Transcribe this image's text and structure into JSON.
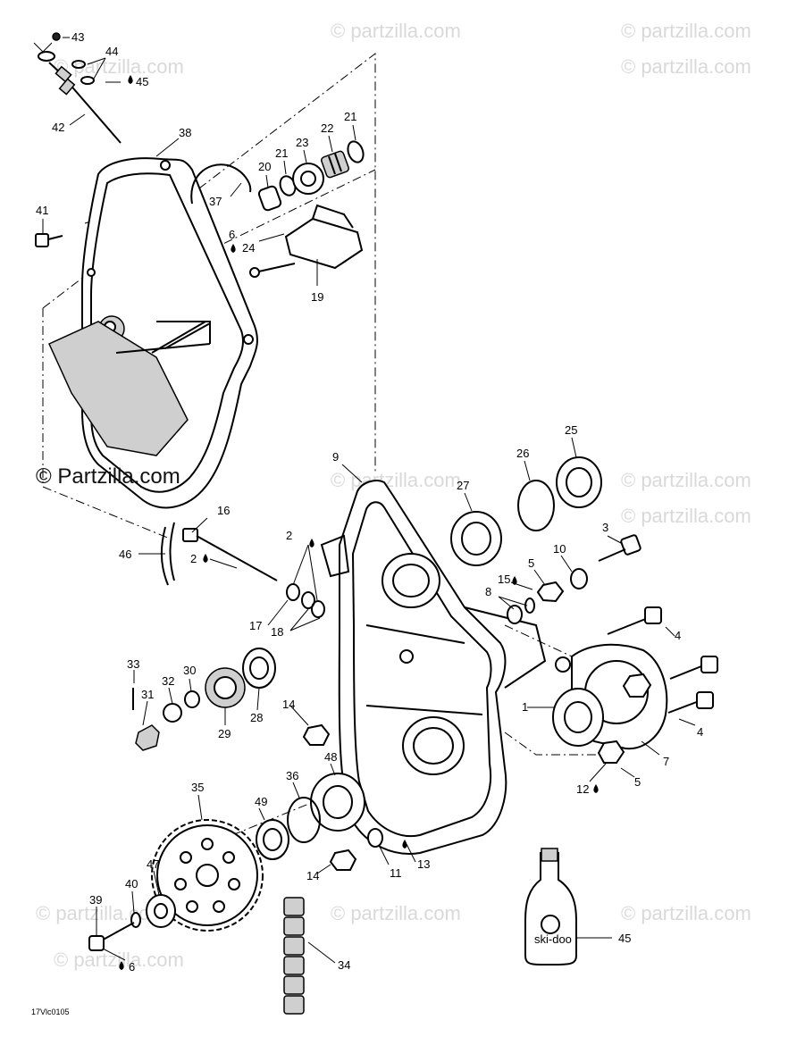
{
  "copyright": "© Partzilla.com",
  "watermark": "© partzilla.com",
  "ref_code": "17Vlc0105",
  "oil_bottle_label": "ski-doo",
  "labels": {
    "n43": "43",
    "n44": "44",
    "n45a": "45",
    "n42": "42",
    "n38": "38",
    "n41": "41",
    "n37": "37",
    "n20": "20",
    "n21a": "21",
    "n23": "23",
    "n22": "22",
    "n21b": "21",
    "n6a": "6",
    "n24": "24",
    "n19": "19",
    "n9": "9",
    "n27": "27",
    "n26": "26",
    "n25": "25",
    "n16": "16",
    "n46": "46",
    "n2a": "2",
    "n2b": "2",
    "n17": "17",
    "n18": "18",
    "n3": "3",
    "n10": "10",
    "n5a": "5",
    "n15": "15",
    "n8": "8",
    "n4a": "4",
    "n4b": "4",
    "n1": "1",
    "n7": "7",
    "n12": "12",
    "n5b": "5",
    "n33": "33",
    "n32": "32",
    "n30": "30",
    "n31": "31",
    "n29": "29",
    "n28": "28",
    "n14a": "14",
    "n48": "48",
    "n36": "36",
    "n35": "35",
    "n49": "49",
    "n14b": "14",
    "n11": "11",
    "n13": "13",
    "n47": "47",
    "n40": "40",
    "n39": "39",
    "n6b": "6",
    "n34": "34",
    "n45b": "45"
  }
}
